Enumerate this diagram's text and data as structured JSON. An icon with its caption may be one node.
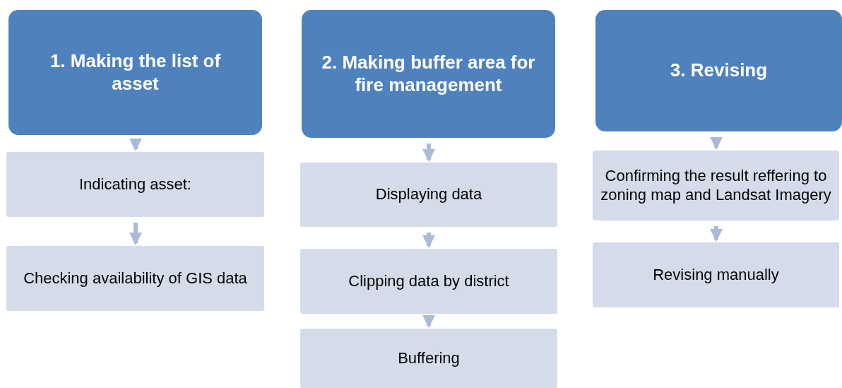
{
  "diagram": {
    "nodes": [
      {
        "text": [
          "1. Making the list of asset"
        ]
      },
      {
        "text": [
          "Indicating asset:"
        ]
      },
      {
        "text": [
          "Checking availability of GIS data"
        ]
      },
      {
        "text": [
          "2. Making buffer area for fire management"
        ]
      },
      {
        "text": [
          "Displaying data"
        ]
      },
      {
        "text": [
          "Clipping data by district"
        ]
      },
      {
        "text": [
          "Buffering"
        ]
      },
      {
        "text": [
          "3. Revising"
        ]
      },
      {
        "text": [
          "Confirming the result reffering to zoning map and Landsat Imagery"
        ]
      },
      {
        "text": [
          "Revising manually"
        ]
      }
    ],
    "edges": [
      {
        "from": 0,
        "to": 1,
        "arrow": "to"
      },
      {
        "from": 1,
        "to": 2,
        "arrow": "to"
      },
      {
        "from": 3,
        "to": 4,
        "arrow": "to"
      },
      {
        "from": 4,
        "to": 5,
        "arrow": "to"
      },
      {
        "from": 5,
        "to": 6,
        "arrow": "to"
      },
      {
        "from": 7,
        "to": 8,
        "arrow": "to"
      },
      {
        "from": 8,
        "to": 9,
        "arrow": "to"
      }
    ]
  }
}
